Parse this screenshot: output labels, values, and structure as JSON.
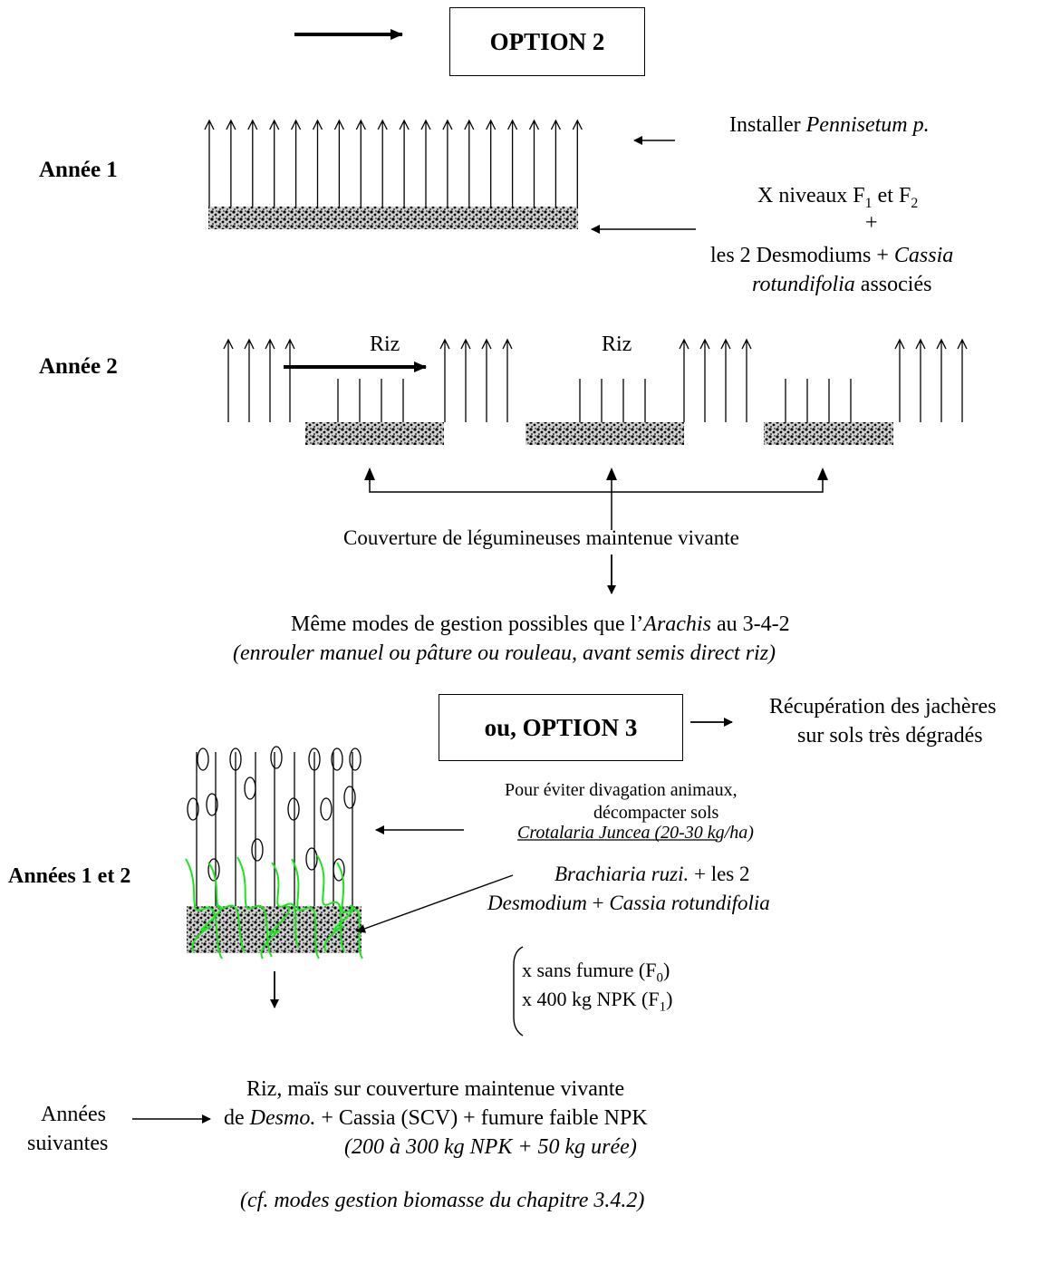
{
  "option2": {
    "label": "OPTION 2"
  },
  "year1": {
    "label": "Année 1",
    "install_prefix": "Installer ",
    "install_species": "Pennisetum p.",
    "levels_line": "X  niveaux F",
    "levels_sub1": "1",
    "levels_mid": "  et F",
    "levels_sub2": "2",
    "plus": "+",
    "legumes_prefix": "les 2 Desmodiums + ",
    "legumes_cassia": "Cassia",
    "legumes_rotundifolia": "rotundifolia",
    "legumes_suffix": " associés"
  },
  "year2": {
    "label": "Année 2",
    "rice_label_1": "Riz",
    "rice_label_2": "Riz",
    "cover_text": "Couverture de légumineuses maintenue vivante",
    "management_prefix": "Même modes de gestion possibles que l’",
    "management_species": "Arachis",
    "management_suffix": " au 3-4-2",
    "management_detail": "(enrouler manuel ou pâture ou rouleau, avant semis direct riz)"
  },
  "option3": {
    "label": "ou, OPTION  3",
    "recovery_line1": "Récupération des jachères",
    "recovery_line2": "sur sols très dégradés"
  },
  "years12": {
    "label": "Années 1 et 2",
    "purpose_line1": "Pour éviter divagation animaux,",
    "purpose_line2": "décompacter sols",
    "crotalaria_name": "Crotalaria Juncea",
    "crotalaria_rate": " (20-30 kg/ha)",
    "brachiaria_name": "Brachiaria ruzi.",
    "brachiaria_plus": " + les 2",
    "desmodium_name": "Desmodium",
    "desmodium_plus": " + ",
    "cassia_name": "Cassia rotundifolia",
    "fert_line1_prefix": "x sans fumure (F",
    "fert_line1_sub": "0",
    "fert_line1_suffix": ")",
    "fert_line2_prefix": "x 400 kg NPK (F",
    "fert_line2_sub": "1",
    "fert_line2_suffix": ")"
  },
  "following": {
    "label_line1": "Années",
    "label_line2": "suivantes",
    "line1": "Riz, maïs sur couverture maintenue vivante",
    "line2_prefix": "de ",
    "line2_desmo": "Desmo.",
    "line2_suffix": " + Cassia (SCV) + fumure faible NPK",
    "line3": "(200  à 300 kg NPK + 50 kg urée)",
    "reference": "(cf. modes gestion biomasse du chapitre 3.4.2)"
  },
  "colors": {
    "ink": "#000000",
    "brachiaria_green": "#19e619"
  }
}
